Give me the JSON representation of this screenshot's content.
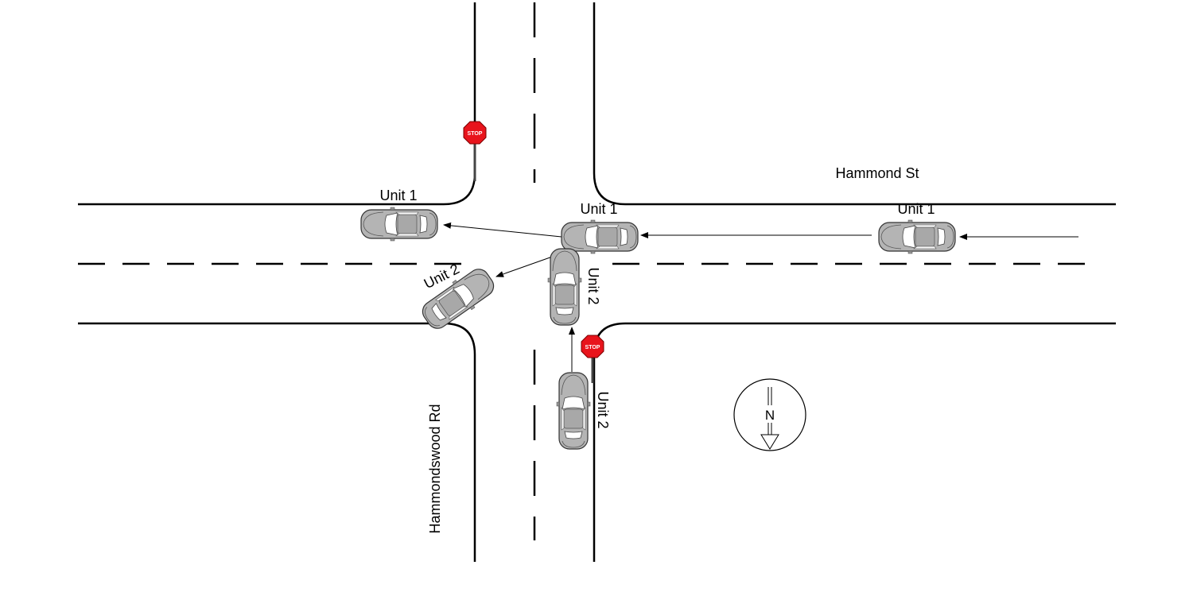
{
  "streets": {
    "east_west": "Hammond St",
    "north_south": "Hammondswood Rd"
  },
  "units": {
    "unit1": "Unit 1",
    "unit2": "Unit 2"
  },
  "signs": {
    "stop": "STOP"
  },
  "north_arrow": {
    "letter": "N"
  },
  "colors": {
    "road_line": "#000000",
    "car_body": "#b4b4b4",
    "car_window": "#ffffff",
    "stop_sign": "#e8141c"
  }
}
